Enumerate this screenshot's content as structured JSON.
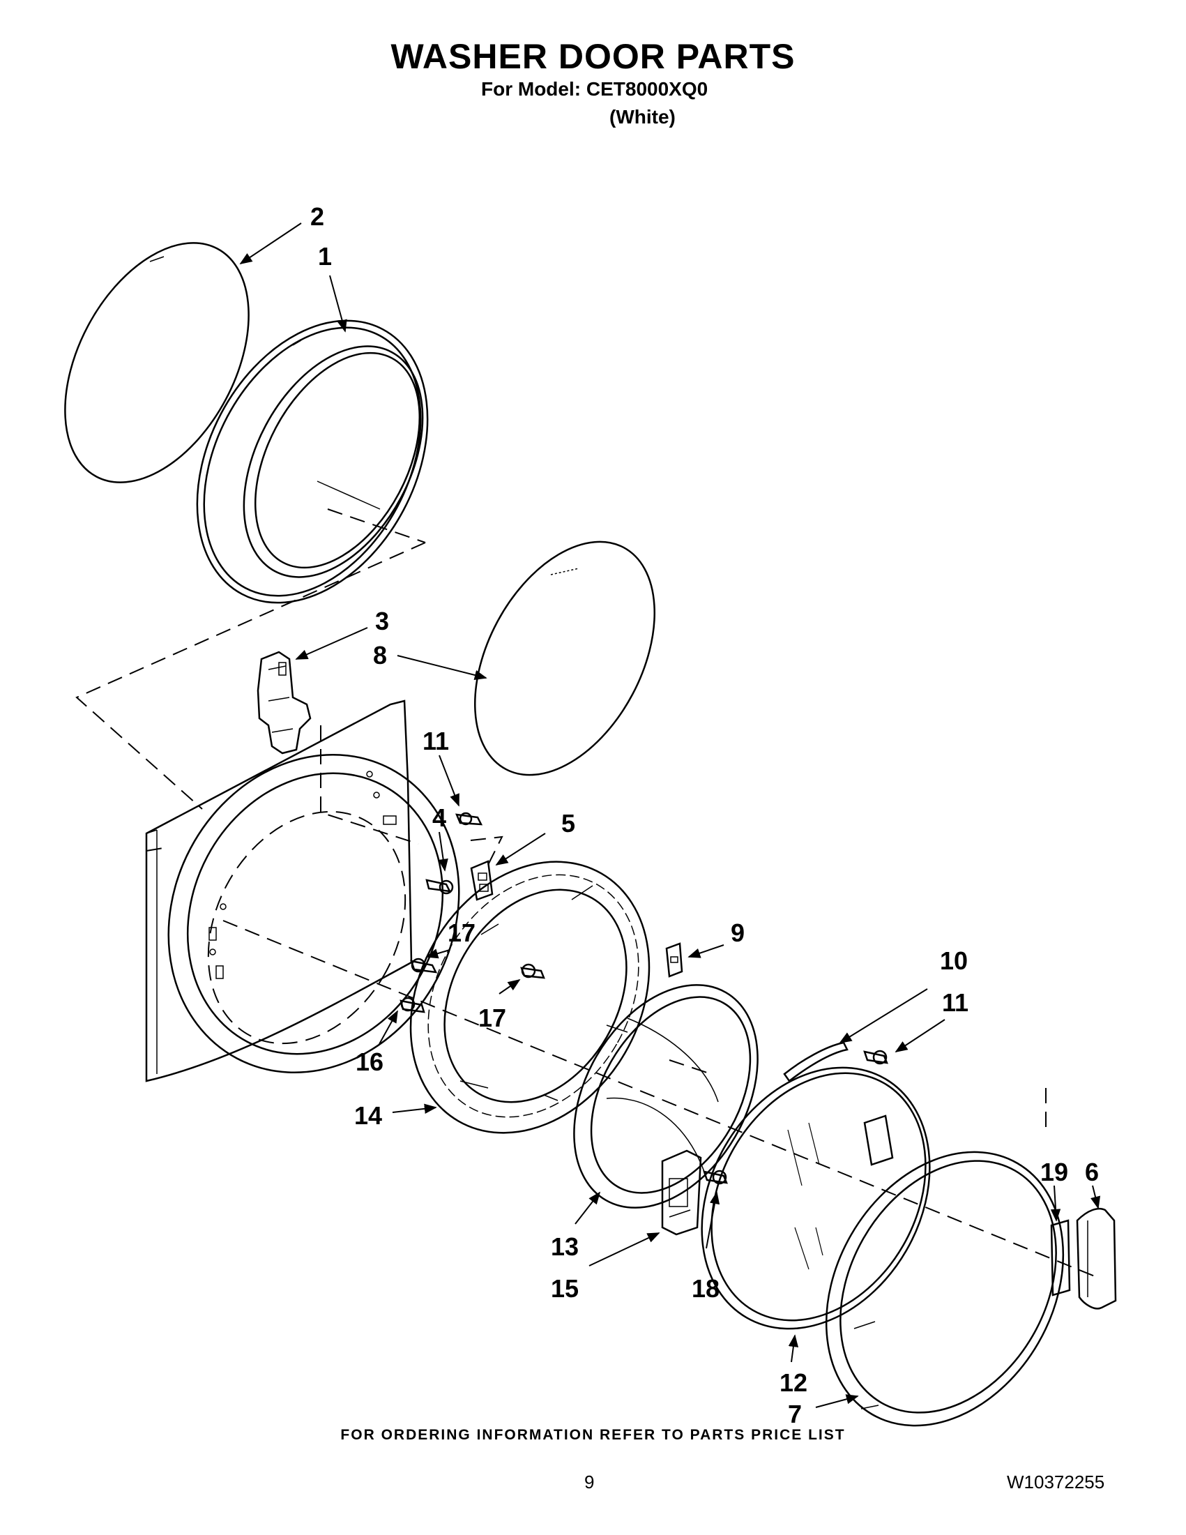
{
  "header": {
    "title": "WASHER DOOR PARTS",
    "model": "For Model: CET8000XQ0",
    "color": "(White)"
  },
  "callouts": [
    {
      "id": "c2",
      "label": "2"
    },
    {
      "id": "c1",
      "label": "1"
    },
    {
      "id": "c3",
      "label": "3"
    },
    {
      "id": "c8",
      "label": "8"
    },
    {
      "id": "c11a",
      "label": "11"
    },
    {
      "id": "c4",
      "label": "4"
    },
    {
      "id": "c5",
      "label": "5"
    },
    {
      "id": "c17a",
      "label": "17"
    },
    {
      "id": "c17b",
      "label": "17"
    },
    {
      "id": "c9",
      "label": "9"
    },
    {
      "id": "c10",
      "label": "10"
    },
    {
      "id": "c11b",
      "label": "11"
    },
    {
      "id": "c16",
      "label": "16"
    },
    {
      "id": "c14",
      "label": "14"
    },
    {
      "id": "c19",
      "label": "19"
    },
    {
      "id": "c6",
      "label": "6"
    },
    {
      "id": "c13",
      "label": "13"
    },
    {
      "id": "c15",
      "label": "15"
    },
    {
      "id": "c18",
      "label": "18"
    },
    {
      "id": "c12",
      "label": "12"
    },
    {
      "id": "c7",
      "label": "7"
    }
  ],
  "footer": {
    "ordering": "FOR ORDERING INFORMATION REFER TO PARTS PRICE LIST",
    "page": "9",
    "doc_number": "W10372255"
  }
}
